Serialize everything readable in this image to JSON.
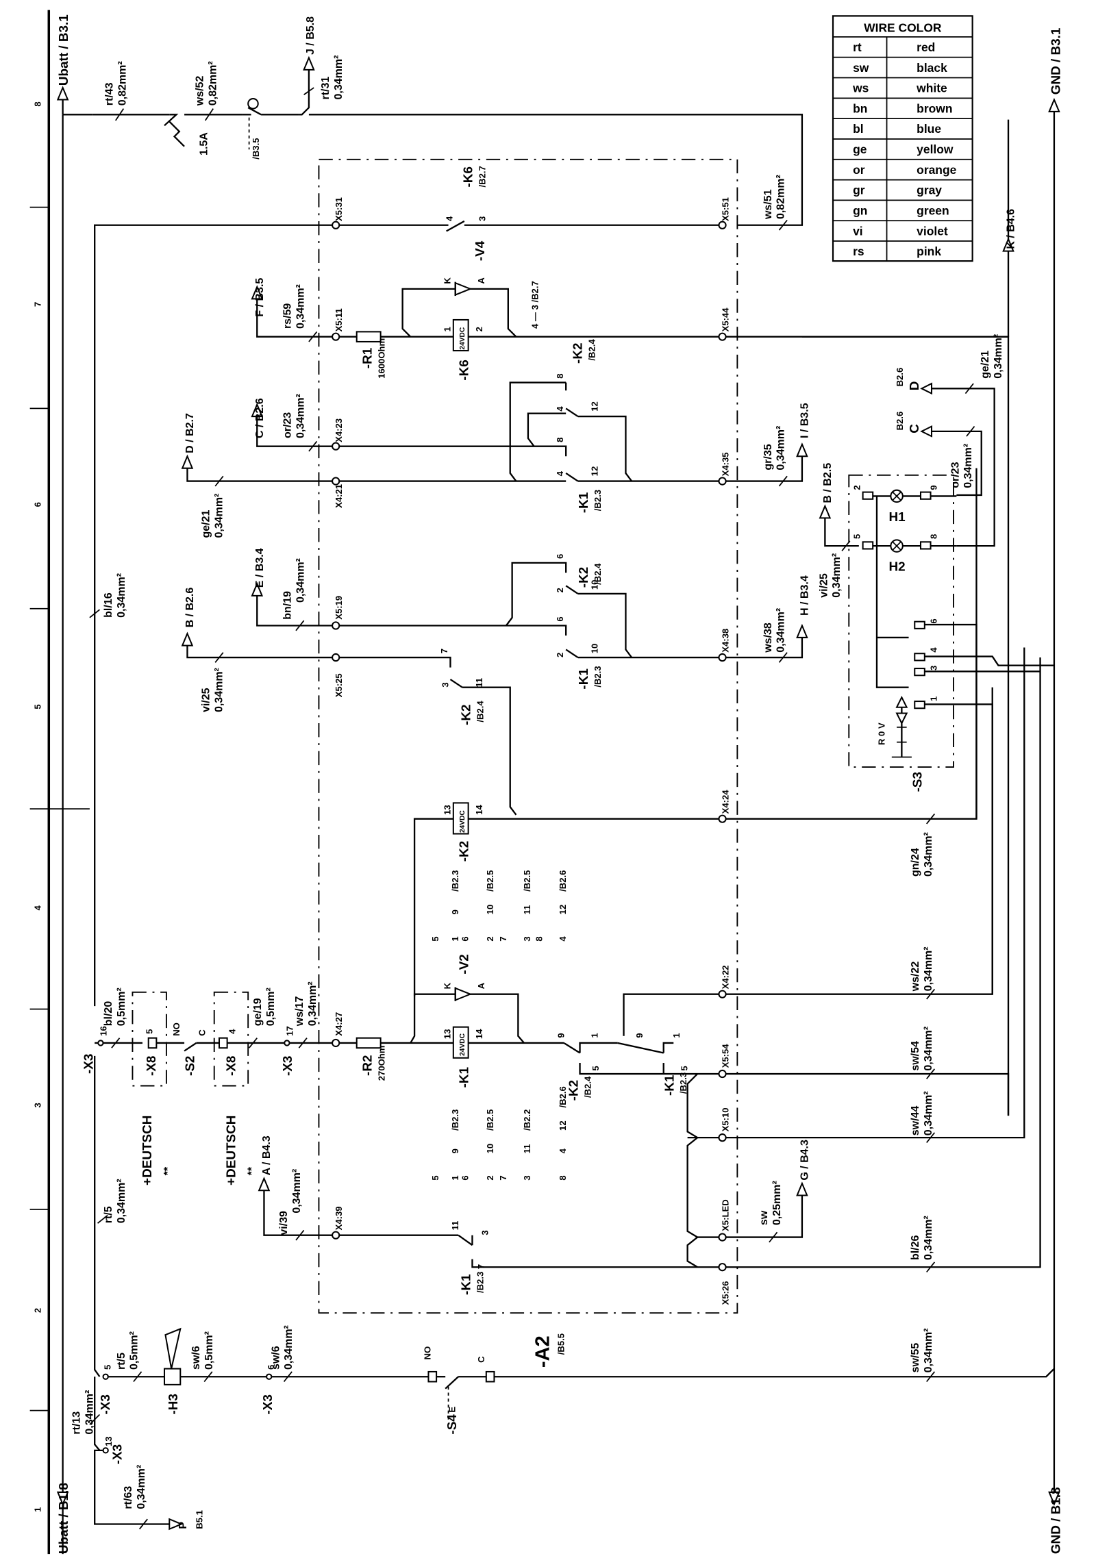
{
  "legend": {
    "title": "WIRE COLOR",
    "rows": [
      {
        "code": "rt",
        "color": "red"
      },
      {
        "code": "sw",
        "color": "black"
      },
      {
        "code": "ws",
        "color": "white"
      },
      {
        "code": "bn",
        "color": "brown"
      },
      {
        "code": "bl",
        "color": "blue"
      },
      {
        "code": "ge",
        "color": "yellow"
      },
      {
        "code": "or",
        "color": "orange"
      },
      {
        "code": "gr",
        "color": "gray"
      },
      {
        "code": "gn",
        "color": "green"
      },
      {
        "code": "vi",
        "color": "violet"
      },
      {
        "code": "rs",
        "color": "pink"
      }
    ]
  },
  "grid_rows": [
    "8",
    "7",
    "6",
    "5",
    "4",
    "3",
    "2",
    "1"
  ],
  "rails": {
    "ubatt_top": "Ubatt / B3.1",
    "ubatt_bottom": "Ubatt / B1.8",
    "gnd_top": "GND / B3.1",
    "gnd_bottom": "GND / B1.8"
  },
  "module": {
    "name": "-A2",
    "ref": "/B5.5"
  },
  "refs": {
    "J": "J / B5.8",
    "F": "F / B3.5",
    "C": "C / B2.6",
    "D": "D / B2.7",
    "E": "E / B3.4",
    "B": "B / B2.6",
    "A": "A / B4.3",
    "G": "G / B4.3",
    "H": "H / B3.4",
    "I": "I / B3.5",
    "K": "K / B4.6",
    "B25": "B / B2.5",
    "P": "P",
    "P_ref": "B5.1",
    "Dr": "D",
    "Dr_ref": "B2.6",
    "Cr": "C",
    "Cr_ref": "B2.6"
  },
  "wires": {
    "rt43": [
      "rt/43",
      "0,82mm²"
    ],
    "ws52": [
      "ws/52",
      "0,82mm²"
    ],
    "rt31": [
      "rt/31",
      "0,34mm²"
    ],
    "ws51": [
      "ws/51",
      "0,82mm²"
    ],
    "rs59": [
      "rs/59",
      "0,34mm²"
    ],
    "or23": [
      "or/23",
      "0,34mm²"
    ],
    "ge21": [
      "ge/21",
      "0,34mm²"
    ],
    "bn19": [
      "bn/19",
      "0,34mm²"
    ],
    "vi25": [
      "vi/25",
      "0,34mm²"
    ],
    "bl16": [
      "bl/16",
      "0,34mm²"
    ],
    "gr35": [
      "gr/35",
      "0,34mm²"
    ],
    "ws38": [
      "ws/38",
      "0,34mm²"
    ],
    "vi25r": [
      "vi/25",
      "0,34mm²"
    ],
    "ge21r": [
      "ge/21",
      "0,34mm²"
    ],
    "or23r": [
      "or/23",
      "0,34mm²"
    ],
    "gn24": [
      "gn/24",
      "0,34mm²"
    ],
    "ws22": [
      "ws/22",
      "0,34mm²"
    ],
    "sw54": [
      "sw/54",
      "0,34mm²"
    ],
    "sw44": [
      "sw/44",
      "0,34mm²"
    ],
    "sw025": [
      "sw",
      "0,25mm²"
    ],
    "bl26": [
      "bl/26",
      "0,34mm²"
    ],
    "sw55": [
      "sw/55",
      "0,34mm²"
    ],
    "bl20": [
      "bl/20",
      "0,5mm²"
    ],
    "ge19": [
      "ge/19",
      "0,5mm²"
    ],
    "ws17": [
      "ws/17",
      "0,34mm²"
    ],
    "rt5a": [
      "rt/5",
      "0,34mm²"
    ],
    "vi39": [
      "vi/39",
      "0,34mm²"
    ],
    "rt5b": [
      "rt/5",
      "0,5mm²"
    ],
    "sw6a": [
      "sw/6",
      "0,5mm²"
    ],
    "sw6b": [
      "sw/6",
      "0,34mm²"
    ],
    "rt13": [
      "rt/13",
      "0,34mm²"
    ],
    "rt63": [
      "rt/63",
      "0,34mm²"
    ]
  },
  "terminals": {
    "x531": "X5:31",
    "x551": "X5:51",
    "x511": "X5:11",
    "x544": "X5:44",
    "x423": "X4:23",
    "x421": "X4:21",
    "x435": "X4:35",
    "x519": "X5:19",
    "x525": "X5:25",
    "x438": "X4:38",
    "x424": "X4:24",
    "x427": "X4:27",
    "x422": "X4:22",
    "x554": "X5:54",
    "x510": "X5:10",
    "x439": "X4:39",
    "x5led": "X5:LED",
    "x526": "X5:26"
  },
  "components": {
    "fuse": "1.5A",
    "breaker_ref": "/B3.5",
    "k6": "-K6",
    "k6_ref": "/B2.7",
    "v4": "-V4",
    "r1": "-R1",
    "r1_val": "1600Ohm",
    "k6coil": "-K6",
    "coil_v": "24VDC",
    "k2": "-K2",
    "k2_ref": "/B2.4",
    "k1": "-K1",
    "k1_ref": "/B2.3",
    "r2": "-R2",
    "r2_val": "270Ohm",
    "v2": "-V2",
    "k1coil": "-K1",
    "k2coil": "-K2",
    "h1": "H1",
    "h2": "H2",
    "s3": "-S3",
    "s3_pos": "R 0 V",
    "h3": "-H3",
    "s4": "-S4",
    "s2": "-S2",
    "x3": "-X3",
    "x8": "-X8",
    "deutsch": "+DEUTSCH",
    "stars": "**",
    "no": "NO",
    "c": "C",
    "e": "E",
    "k": "K",
    "a": "A"
  },
  "contact_table_top": [
    "5",
    "1",
    "9",
    "/B2.3",
    "6",
    "2",
    "10",
    "/B2.5",
    "7",
    "3",
    "11",
    "/B2.5",
    "8",
    "4",
    "12",
    "/B2.6"
  ],
  "contact_table_bottom": [
    "5",
    "1",
    "9",
    "/B2.3",
    "6",
    "2",
    "10",
    "/B2.5",
    "7",
    "3",
    "11",
    "/B2.2",
    "8",
    "4",
    "12",
    "/B2.6"
  ]
}
